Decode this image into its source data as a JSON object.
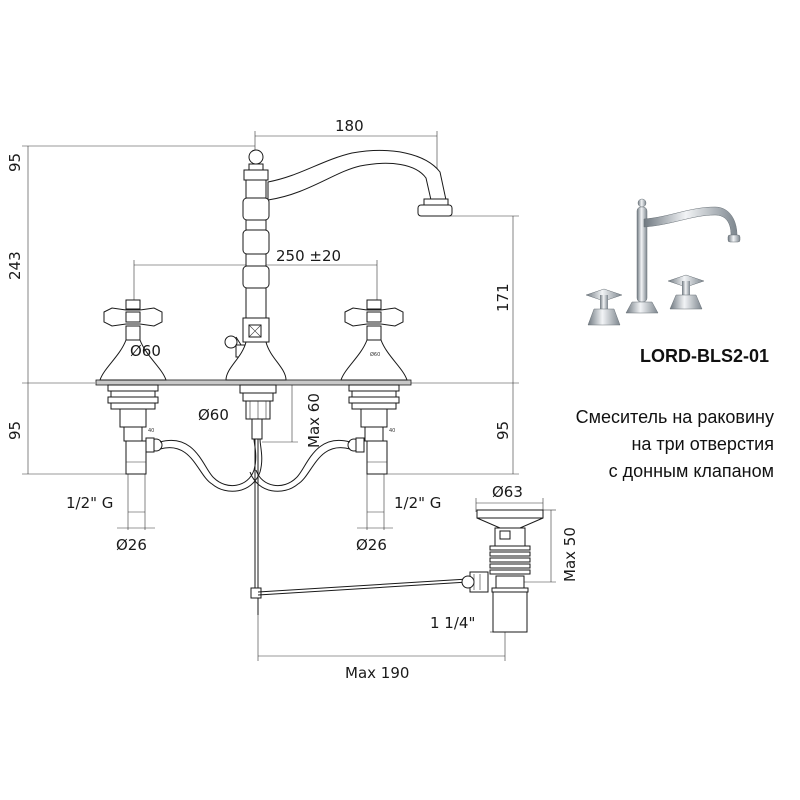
{
  "product": {
    "model": "LORD-BLS2-01",
    "description_lines": [
      "Смеситель на раковину",
      "на три отверстия",
      "с донным клапаном"
    ]
  },
  "dimensions": {
    "spout_reach": "180",
    "total_height": "243",
    "spout_height": "171",
    "top_offset": "95",
    "under_depth_left": "95",
    "under_depth_right": "95",
    "handle_spacing": "250 ±20",
    "handle_base_left": "Ø60",
    "spout_base": "Ø60",
    "max_thickness": "Max 60",
    "thread_left": "1/2\" G",
    "thread_right": "1/2\" G",
    "shank_left": "Ø26",
    "shank_right": "Ø26",
    "drain_diameter": "Ø63",
    "drain_max_height": "Max 50",
    "drain_thread": "1 1/4\"",
    "rod_length": "Max 190",
    "tiny_label_base": "Ø60",
    "tiny_label_shank_left": "40",
    "tiny_label_shank_right": "40"
  },
  "colors": {
    "line": "#1a1a1a",
    "background": "#ffffff",
    "chrome": "#9aa3ab"
  }
}
